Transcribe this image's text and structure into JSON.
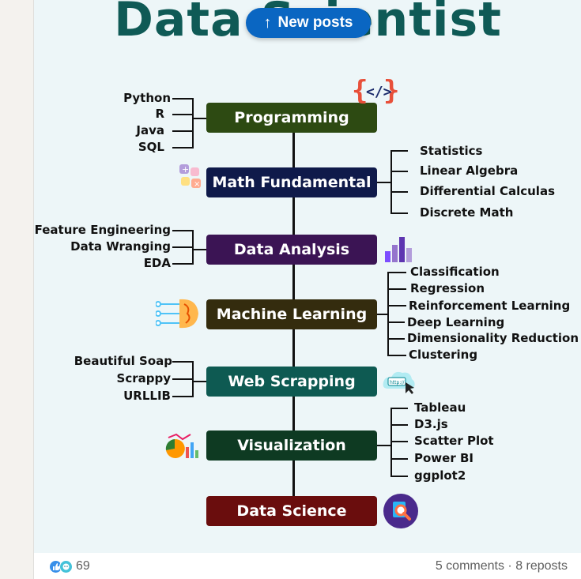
{
  "infographic": {
    "title": "Data Scientist",
    "boxes": {
      "programming": "Programming",
      "math": "Math Fundamental",
      "analysis": "Data Analysis",
      "ml": "Machine Learning",
      "web": "Web Scrapping",
      "viz": "Visualization",
      "science": "Data Science"
    },
    "colors": {
      "programming": "#2d4a12",
      "math": "#0f1a4a",
      "analysis": "#3b1454",
      "ml": "#342c0e",
      "web": "#0e5a52",
      "viz": "#0e3a22",
      "science": "#6a0d0d",
      "title": "#0f5a56"
    },
    "programming_items": [
      "Python",
      "R",
      "Java",
      "SQL"
    ],
    "math_items": [
      "Statistics",
      "Linear Algebra",
      "Differential Calculas",
      "Discrete Math"
    ],
    "analysis_items": [
      "Feature Engineering",
      "Data Wranging",
      "EDA"
    ],
    "ml_items": [
      "Classification",
      "Regression",
      "Reinforcement Learning",
      "Deep Learning",
      "Dimensionality Reduction",
      "Clustering"
    ],
    "web_items": [
      "Beautiful Soap",
      "Scrappy",
      "URLLIB"
    ],
    "viz_items": [
      "Tableau",
      "D3.js",
      "Scatter Plot",
      "Power BI",
      "ggplot2"
    ]
  },
  "new_posts_button": {
    "label": "New posts",
    "icon": "arrow-up-icon"
  },
  "footer": {
    "reaction_count": "69",
    "comments": "5 comments",
    "separator": " · ",
    "reposts": "8 reposts"
  }
}
